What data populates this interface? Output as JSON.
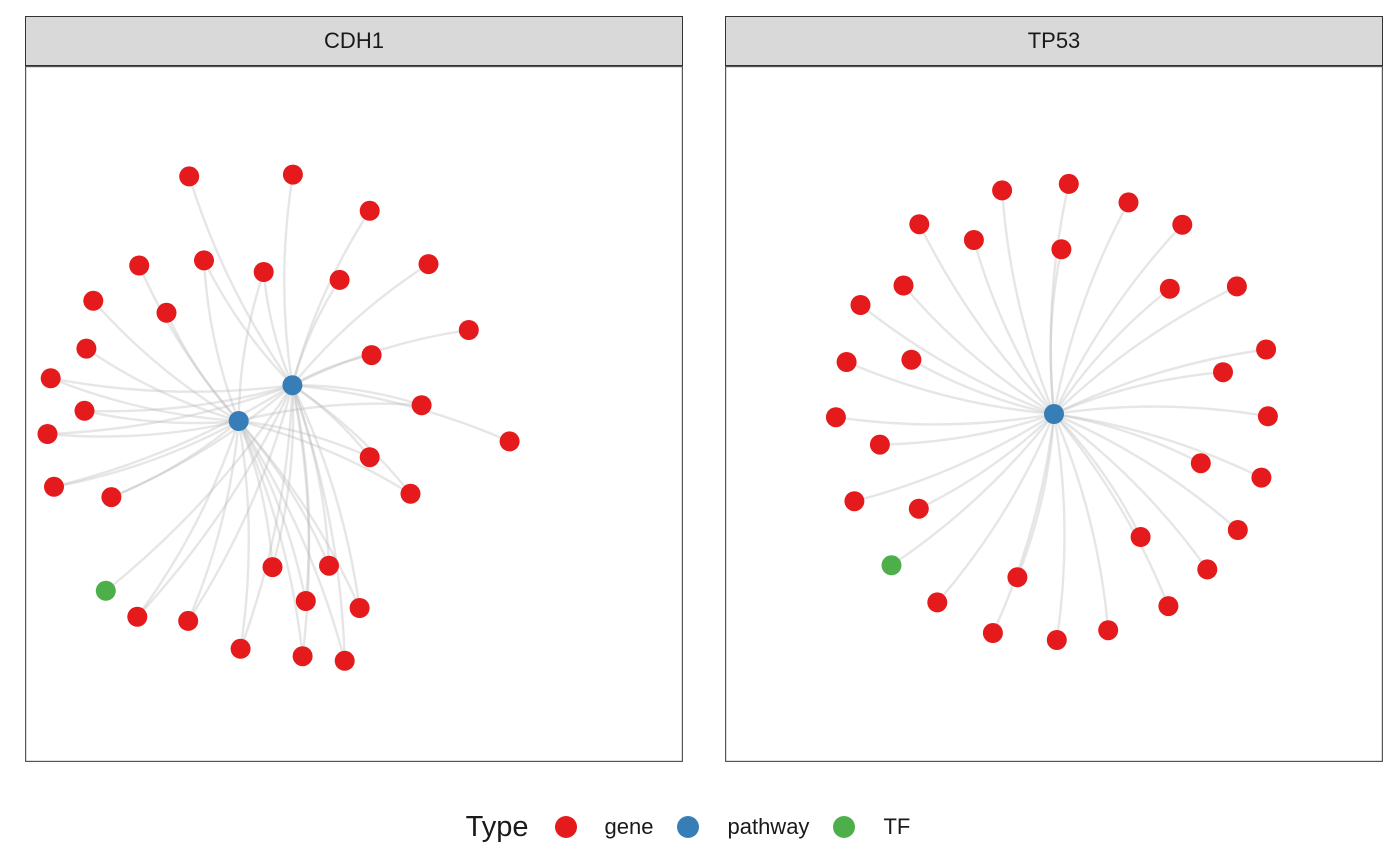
{
  "legend": {
    "title": "Type",
    "items": [
      {
        "label": "gene",
        "color": "#e41a1c"
      },
      {
        "label": "pathway",
        "color": "#377eb8"
      },
      {
        "label": "TF",
        "color": "#4daf4a"
      }
    ]
  },
  "colors": {
    "gene": "#e41a1c",
    "pathway": "#377eb8",
    "TF": "#4daf4a",
    "edge": "#bdbdbd"
  },
  "panels": [
    {
      "title": "CDH1",
      "graph": {
        "hubs": [
          [
            -13.3,
            6.2
          ],
          [
            -24.9,
            -1.5
          ]
        ],
        "nodes": [
          [
            -35.6,
            51.2,
            "gene",
            [
              0
            ]
          ],
          [
            -13.2,
            51.6,
            "gene",
            [
              0
            ]
          ],
          [
            3.4,
            43.8,
            "gene",
            [
              0
            ]
          ],
          [
            -46.4,
            32.0,
            "gene",
            [
              1
            ]
          ],
          [
            -32.4,
            33.1,
            "gene",
            [
              0,
              1
            ]
          ],
          [
            -19.5,
            30.6,
            "gene",
            [
              0,
              1
            ]
          ],
          [
            -3.1,
            28.9,
            "gene",
            [
              0
            ]
          ],
          [
            16.1,
            32.3,
            "gene",
            [
              0
            ]
          ],
          [
            -56.3,
            24.4,
            "gene",
            [
              1
            ]
          ],
          [
            -40.5,
            21.8,
            "gene",
            [
              1
            ]
          ],
          [
            -57.8,
            14.1,
            "gene",
            [
              1
            ]
          ],
          [
            -65.5,
            7.7,
            "gene",
            [
              0,
              1
            ]
          ],
          [
            3.8,
            12.7,
            "gene",
            [
              0
            ]
          ],
          [
            24.8,
            18.1,
            "gene",
            [
              0
            ]
          ],
          [
            -58.2,
            0.7,
            "gene",
            [
              0,
              1
            ]
          ],
          [
            -66.2,
            -4.3,
            "gene",
            [
              0,
              1
            ]
          ],
          [
            14.6,
            1.9,
            "gene",
            [
              0,
              1
            ]
          ],
          [
            33.6,
            -5.9,
            "gene",
            [
              0
            ]
          ],
          [
            3.4,
            -9.3,
            "gene",
            [
              0,
              1
            ]
          ],
          [
            -64.8,
            -15.7,
            "gene",
            [
              0,
              1
            ]
          ],
          [
            -52.4,
            -17.9,
            "gene",
            [
              0,
              1
            ]
          ],
          [
            12.2,
            -17.2,
            "gene",
            [
              0,
              1
            ]
          ],
          [
            -53.6,
            -38.1,
            "TF",
            [
              0
            ]
          ],
          [
            -46.8,
            -43.7,
            "gene",
            [
              0,
              1
            ]
          ],
          [
            -35.8,
            -44.6,
            "gene",
            [
              0,
              1
            ]
          ],
          [
            -5.4,
            -32.7,
            "gene",
            [
              0,
              1
            ]
          ],
          [
            -17.6,
            -33.0,
            "gene",
            [
              0,
              1
            ]
          ],
          [
            1.2,
            -41.8,
            "gene",
            [
              0,
              1
            ]
          ],
          [
            -24.5,
            -50.6,
            "gene",
            [
              0,
              1
            ]
          ],
          [
            -2.0,
            -53.2,
            "gene",
            [
              0,
              1
            ]
          ],
          [
            -11.1,
            -52.2,
            "gene",
            [
              0,
              1
            ]
          ],
          [
            -10.4,
            -40.3,
            "gene",
            [
              0,
              1
            ]
          ]
        ]
      }
    },
    {
      "title": "TP53",
      "graph": {
        "hubs": [
          [
            0.0,
            0.0
          ]
        ],
        "nodes": [
          [
            -11.2,
            48.2,
            "gene",
            [
              0
            ]
          ],
          [
            3.2,
            49.6,
            "gene",
            [
              0
            ]
          ],
          [
            16.1,
            45.6,
            "gene",
            [
              0
            ]
          ],
          [
            -29.1,
            40.9,
            "gene",
            [
              0
            ]
          ],
          [
            -17.3,
            37.5,
            "gene",
            [
              0
            ]
          ],
          [
            1.6,
            35.5,
            "gene",
            [
              0
            ]
          ],
          [
            27.7,
            40.8,
            "gene",
            [
              0
            ]
          ],
          [
            -32.5,
            27.7,
            "gene",
            [
              0
            ]
          ],
          [
            25.0,
            27.0,
            "gene",
            [
              0
            ]
          ],
          [
            39.5,
            27.5,
            "gene",
            [
              0
            ]
          ],
          [
            -41.8,
            23.5,
            "gene",
            [
              0
            ]
          ],
          [
            -44.8,
            11.2,
            "gene",
            [
              0
            ]
          ],
          [
            -30.8,
            11.7,
            "gene",
            [
              0
            ]
          ],
          [
            45.8,
            13.9,
            "gene",
            [
              0
            ]
          ],
          [
            36.5,
            9.0,
            "gene",
            [
              0
            ]
          ],
          [
            -47.1,
            -0.7,
            "gene",
            [
              0
            ]
          ],
          [
            46.2,
            -0.5,
            "gene",
            [
              0
            ]
          ],
          [
            -37.6,
            -6.6,
            "gene",
            [
              0
            ]
          ],
          [
            31.7,
            -10.6,
            "gene",
            [
              0
            ]
          ],
          [
            44.8,
            -13.7,
            "gene",
            [
              0
            ]
          ],
          [
            -43.1,
            -18.8,
            "gene",
            [
              0
            ]
          ],
          [
            -29.2,
            -20.4,
            "gene",
            [
              0
            ]
          ],
          [
            39.7,
            -25.0,
            "gene",
            [
              0
            ]
          ],
          [
            18.7,
            -26.5,
            "gene",
            [
              0
            ]
          ],
          [
            -35.1,
            -32.6,
            "TF",
            [
              0
            ]
          ],
          [
            -7.9,
            -35.2,
            "gene",
            [
              0
            ]
          ],
          [
            33.1,
            -33.5,
            "gene",
            [
              0
            ]
          ],
          [
            -25.2,
            -40.6,
            "gene",
            [
              0
            ]
          ],
          [
            24.7,
            -41.4,
            "gene",
            [
              0
            ]
          ],
          [
            -13.2,
            -47.2,
            "gene",
            [
              0
            ]
          ],
          [
            11.7,
            -46.6,
            "gene",
            [
              0
            ]
          ],
          [
            0.6,
            -48.7,
            "gene",
            [
              0
            ]
          ]
        ]
      }
    }
  ]
}
